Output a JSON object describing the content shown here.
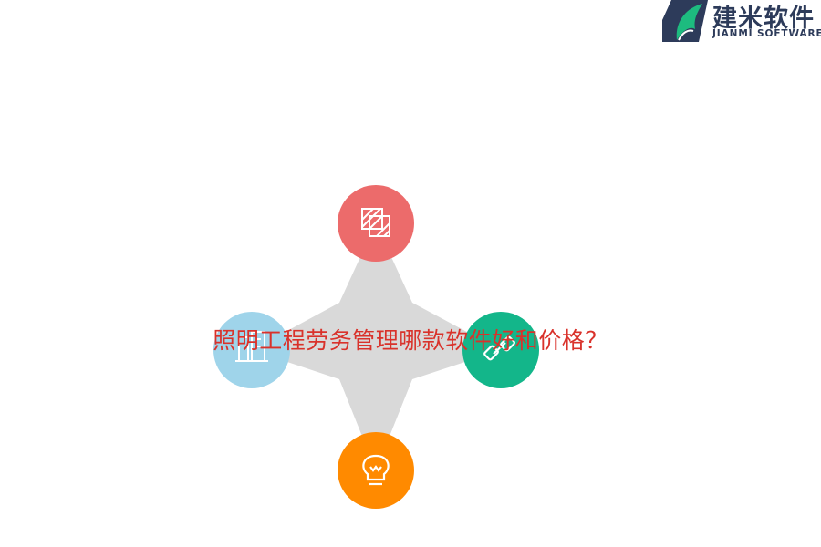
{
  "brand": {
    "name_cn": "建米软件",
    "name_en": "JIANMI SOFTWARE",
    "logo_icon": "jianmi-logo-icon",
    "colors": {
      "navy": "#2d3b5a",
      "green": "#1dbb7f"
    }
  },
  "headline": "照明工程劳务管理哪款软件好和价格？",
  "diagram": {
    "star_color": "#d9d9d9",
    "nodes": [
      {
        "name": "top",
        "icon": "layers-icon",
        "color": "#ec6b6b"
      },
      {
        "name": "left",
        "icon": "building-icon",
        "color": "#9fd4ea"
      },
      {
        "name": "right",
        "icon": "link-icon",
        "color": "#13b68a"
      },
      {
        "name": "bottom",
        "icon": "lightbulb-icon",
        "color": "#ff8a00"
      }
    ]
  }
}
